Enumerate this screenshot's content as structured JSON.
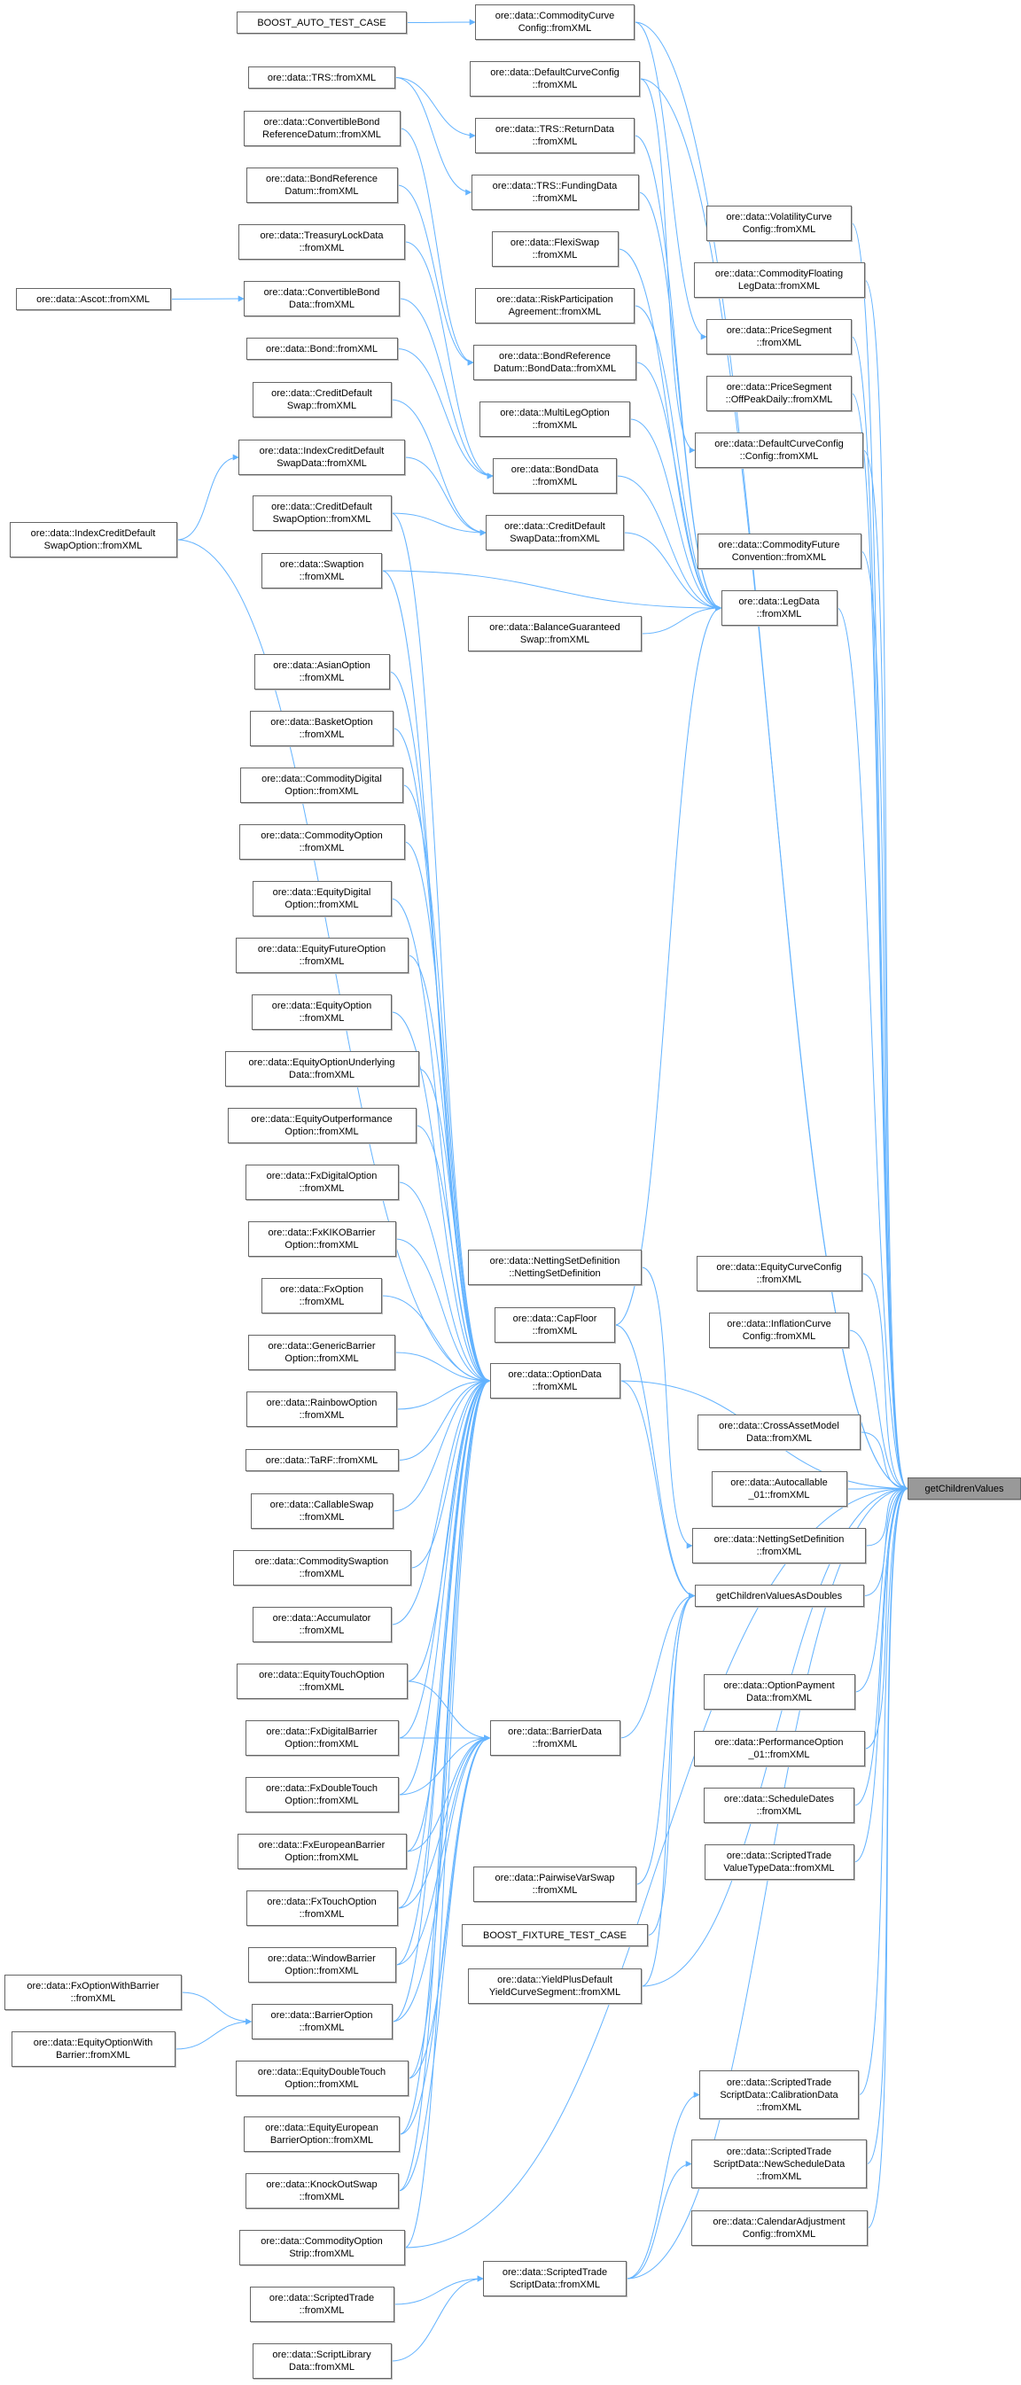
{
  "title": "getChildrenValues caller graph",
  "colors": {
    "edge": "#63b3ff",
    "node_border": "#666666",
    "root_fill": "#999999"
  },
  "nodes": [
    {
      "id": "boostAuto",
      "label": "BOOST_AUTO_TEST_CASE"
    },
    {
      "id": "trs",
      "label": "ore::data::TRS::fromXML"
    },
    {
      "id": "cbRefDatum",
      "label": "ore::data::ConvertibleBond\nReferenceDatum::fromXML"
    },
    {
      "id": "bondRefDatum",
      "label": "ore::data::BondReference\nDatum::fromXML"
    },
    {
      "id": "treasuryLock",
      "label": "ore::data::TreasuryLockData\n::fromXML"
    },
    {
      "id": "ascot",
      "label": "ore::data::Ascot::fromXML"
    },
    {
      "id": "cbData",
      "label": "ore::data::ConvertibleBond\nData::fromXML"
    },
    {
      "id": "bond",
      "label": "ore::data::Bond::fromXML"
    },
    {
      "id": "cds",
      "label": "ore::data::CreditDefault\nSwap::fromXML"
    },
    {
      "id": "indexCdsData",
      "label": "ore::data::IndexCreditDefault\nSwapData::fromXML"
    },
    {
      "id": "indexCdsOption",
      "label": "ore::data::IndexCreditDefault\nSwapOption::fromXML"
    },
    {
      "id": "cdsOption",
      "label": "ore::data::CreditDefault\nSwapOption::fromXML"
    },
    {
      "id": "swaption",
      "label": "ore::data::Swaption\n::fromXML"
    },
    {
      "id": "asian",
      "label": "ore::data::AsianOption\n::fromXML"
    },
    {
      "id": "basket",
      "label": "ore::data::BasketOption\n::fromXML"
    },
    {
      "id": "commDigital",
      "label": "ore::data::CommodityDigital\nOption::fromXML"
    },
    {
      "id": "commOption",
      "label": "ore::data::CommodityOption\n::fromXML"
    },
    {
      "id": "eqDigital",
      "label": "ore::data::EquityDigital\nOption::fromXML"
    },
    {
      "id": "eqFuture",
      "label": "ore::data::EquityFutureOption\n::fromXML"
    },
    {
      "id": "eqOption",
      "label": "ore::data::EquityOption\n::fromXML"
    },
    {
      "id": "eqUnderlying",
      "label": "ore::data::EquityOptionUnderlying\nData::fromXML"
    },
    {
      "id": "eqOutperf",
      "label": "ore::data::EquityOutperformance\nOption::fromXML"
    },
    {
      "id": "fxDigital",
      "label": "ore::data::FxDigitalOption\n::fromXML"
    },
    {
      "id": "fxKiko",
      "label": "ore::data::FxKIKOBarrier\nOption::fromXML"
    },
    {
      "id": "fxOption",
      "label": "ore::data::FxOption\n::fromXML"
    },
    {
      "id": "genericBarrier",
      "label": "ore::data::GenericBarrier\nOption::fromXML"
    },
    {
      "id": "rainbow",
      "label": "ore::data::RainbowOption\n::fromXML"
    },
    {
      "id": "tarf",
      "label": "ore::data::TaRF::fromXML"
    },
    {
      "id": "callableSwap",
      "label": "ore::data::CallableSwap\n::fromXML"
    },
    {
      "id": "commSwaption",
      "label": "ore::data::CommoditySwaption\n::fromXML"
    },
    {
      "id": "accumulator",
      "label": "ore::data::Accumulator\n::fromXML"
    },
    {
      "id": "eqTouch",
      "label": "ore::data::EquityTouchOption\n::fromXML"
    },
    {
      "id": "fxDigitalBarrier",
      "label": "ore::data::FxDigitalBarrier\nOption::fromXML"
    },
    {
      "id": "fxDoubleTouch",
      "label": "ore::data::FxDoubleTouch\nOption::fromXML"
    },
    {
      "id": "fxEuroBarrier",
      "label": "ore::data::FxEuropeanBarrier\nOption::fromXML"
    },
    {
      "id": "fxTouch",
      "label": "ore::data::FxTouchOption\n::fromXML"
    },
    {
      "id": "windowBarrier",
      "label": "ore::data::WindowBarrier\nOption::fromXML"
    },
    {
      "id": "fxOptWithBarrier",
      "label": "ore::data::FxOptionWithBarrier\n::fromXML"
    },
    {
      "id": "eqOptWithBarrier",
      "label": "ore::data::EquityOptionWith\nBarrier::fromXML"
    },
    {
      "id": "barrierOption",
      "label": "ore::data::BarrierOption\n::fromXML"
    },
    {
      "id": "eqDoubleTouch",
      "label": "ore::data::EquityDoubleTouch\nOption::fromXML"
    },
    {
      "id": "eqEuroBarrier",
      "label": "ore::data::EquityEuropean\nBarrierOption::fromXML"
    },
    {
      "id": "knockOut",
      "label": "ore::data::KnockOutSwap\n::fromXML"
    },
    {
      "id": "commOptStrip",
      "label": "ore::data::CommodityOption\nStrip::fromXML"
    },
    {
      "id": "scriptedTrade",
      "label": "ore::data::ScriptedTrade\n::fromXML"
    },
    {
      "id": "scriptLibrary",
      "label": "ore::data::ScriptLibrary\nData::fromXML"
    },
    {
      "id": "commCurve",
      "label": "ore::data::CommodityCurve\nConfig::fromXML"
    },
    {
      "id": "defaultCurve",
      "label": "ore::data::DefaultCurveConfig\n::fromXML"
    },
    {
      "id": "trsReturn",
      "label": "ore::data::TRS::ReturnData\n::fromXML"
    },
    {
      "id": "trsFunding",
      "label": "ore::data::TRS::FundingData\n::fromXML"
    },
    {
      "id": "flexiSwap",
      "label": "ore::data::FlexiSwap\n::fromXML"
    },
    {
      "id": "riskPart",
      "label": "ore::data::RiskParticipation\nAgreement::fromXML"
    },
    {
      "id": "bondRefBondData",
      "label": "ore::data::BondReference\nDatum::BondData::fromXML"
    },
    {
      "id": "multiLeg",
      "label": "ore::data::MultiLegOption\n::fromXML"
    },
    {
      "id": "bondData",
      "label": "ore::data::BondData\n::fromXML"
    },
    {
      "id": "cdsData",
      "label": "ore::data::CreditDefault\nSwapData::fromXML"
    },
    {
      "id": "balanceGuar",
      "label": "ore::data::BalanceGuaranteed\nSwap::fromXML"
    },
    {
      "id": "nettingCtor",
      "label": "ore::data::NettingSetDefinition\n::NettingSetDefinition"
    },
    {
      "id": "capFloor",
      "label": "ore::data::CapFloor\n::fromXML"
    },
    {
      "id": "optionData",
      "label": "ore::data::OptionData\n::fromXML"
    },
    {
      "id": "barrierData",
      "label": "ore::data::BarrierData\n::fromXML"
    },
    {
      "id": "pairwiseVar",
      "label": "ore::data::PairwiseVarSwap\n::fromXML"
    },
    {
      "id": "boostFixture",
      "label": "BOOST_FIXTURE_TEST_CASE"
    },
    {
      "id": "yieldPlus",
      "label": "ore::data::YieldPlusDefault\nYieldCurveSegment::fromXML"
    },
    {
      "id": "stScriptData",
      "label": "ore::data::ScriptedTrade\nScriptData::fromXML"
    },
    {
      "id": "legData",
      "label": "ore::data::LegData\n::fromXML"
    },
    {
      "id": "volCurve",
      "label": "ore::data::VolatilityCurve\nConfig::fromXML"
    },
    {
      "id": "commFloating",
      "label": "ore::data::CommodityFloating\nLegData::fromXML"
    },
    {
      "id": "priceSeg",
      "label": "ore::data::PriceSegment\n::fromXML"
    },
    {
      "id": "priceSegOffPeak",
      "label": "ore::data::PriceSegment\n::OffPeakDaily::fromXML"
    },
    {
      "id": "defaultCurveConfig",
      "label": "ore::data::DefaultCurveConfig\n::Config::fromXML"
    },
    {
      "id": "commFuture",
      "label": "ore::data::CommodityFuture\nConvention::fromXML"
    },
    {
      "id": "eqCurve",
      "label": "ore::data::EquityCurveConfig\n::fromXML"
    },
    {
      "id": "inflCurve",
      "label": "ore::data::InflationCurve\nConfig::fromXML"
    },
    {
      "id": "crossAsset",
      "label": "ore::data::CrossAssetModel\nData::fromXML"
    },
    {
      "id": "autocall",
      "label": "ore::data::Autocallable\n_01::fromXML"
    },
    {
      "id": "netting",
      "label": "ore::data::NettingSetDefinition\n::fromXML"
    },
    {
      "id": "gcvDoubles",
      "label": "getChildrenValuesAsDoubles"
    },
    {
      "id": "optPayment",
      "label": "ore::data::OptionPayment\nData::fromXML"
    },
    {
      "id": "perfOption",
      "label": "ore::data::PerformanceOption\n_01::fromXML"
    },
    {
      "id": "schedDates",
      "label": "ore::data::ScheduleDates\n::fromXML"
    },
    {
      "id": "stValueType",
      "label": "ore::data::ScriptedTrade\nValueTypeData::fromXML"
    },
    {
      "id": "stCalib",
      "label": "ore::data::ScriptedTrade\nScriptData::CalibrationData\n::fromXML"
    },
    {
      "id": "stNewSched",
      "label": "ore::data::ScriptedTrade\nScriptData::NewScheduleData\n::fromXML"
    },
    {
      "id": "calAdj",
      "label": "ore::data::CalendarAdjustment\nConfig::fromXML"
    },
    {
      "id": "gcv",
      "label": "getChildrenValues"
    }
  ],
  "edges": [
    [
      "boostAuto",
      "commCurve"
    ],
    [
      "trs",
      "trsReturn"
    ],
    [
      "trs",
      "trsFunding"
    ],
    [
      "cbRefDatum",
      "bondRefBondData"
    ],
    [
      "bondRefDatum",
      "bondRefBondData"
    ],
    [
      "treasuryLock",
      "bondData"
    ],
    [
      "ascot",
      "cbData"
    ],
    [
      "cbData",
      "bondData"
    ],
    [
      "bond",
      "bondData"
    ],
    [
      "cds",
      "cdsData"
    ],
    [
      "indexCdsData",
      "cdsData"
    ],
    [
      "indexCdsOption",
      "indexCdsData"
    ],
    [
      "indexCdsOption",
      "optionData"
    ],
    [
      "cdsOption",
      "cdsData"
    ],
    [
      "cdsOption",
      "optionData"
    ],
    [
      "swaption",
      "legData"
    ],
    [
      "swaption",
      "optionData"
    ],
    [
      "asian",
      "optionData"
    ],
    [
      "basket",
      "optionData"
    ],
    [
      "commDigital",
      "optionData"
    ],
    [
      "commOption",
      "optionData"
    ],
    [
      "eqDigital",
      "optionData"
    ],
    [
      "eqFuture",
      "optionData"
    ],
    [
      "eqOption",
      "optionData"
    ],
    [
      "eqUnderlying",
      "optionData"
    ],
    [
      "eqOutperf",
      "optionData"
    ],
    [
      "fxDigital",
      "optionData"
    ],
    [
      "fxKiko",
      "optionData"
    ],
    [
      "fxOption",
      "optionData"
    ],
    [
      "genericBarrier",
      "optionData"
    ],
    [
      "rainbow",
      "optionData"
    ],
    [
      "tarf",
      "optionData"
    ],
    [
      "callableSwap",
      "optionData"
    ],
    [
      "commSwaption",
      "optionData"
    ],
    [
      "accumulator",
      "optionData"
    ],
    [
      "eqTouch",
      "optionData"
    ],
    [
      "eqTouch",
      "barrierData"
    ],
    [
      "fxDigitalBarrier",
      "optionData"
    ],
    [
      "fxDigitalBarrier",
      "barrierData"
    ],
    [
      "fxDoubleTouch",
      "optionData"
    ],
    [
      "fxDoubleTouch",
      "barrierData"
    ],
    [
      "fxEuroBarrier",
      "optionData"
    ],
    [
      "fxEuroBarrier",
      "barrierData"
    ],
    [
      "fxTouch",
      "optionData"
    ],
    [
      "fxTouch",
      "barrierData"
    ],
    [
      "windowBarrier",
      "optionData"
    ],
    [
      "windowBarrier",
      "barrierData"
    ],
    [
      "fxOptWithBarrier",
      "barrierOption"
    ],
    [
      "eqOptWithBarrier",
      "barrierOption"
    ],
    [
      "barrierOption",
      "optionData"
    ],
    [
      "barrierOption",
      "barrierData"
    ],
    [
      "eqDoubleTouch",
      "optionData"
    ],
    [
      "eqDoubleTouch",
      "barrierData"
    ],
    [
      "eqEuroBarrier",
      "optionData"
    ],
    [
      "eqEuroBarrier",
      "barrierData"
    ],
    [
      "knockOut",
      "optionData"
    ],
    [
      "knockOut",
      "barrierData"
    ],
    [
      "commOptStrip",
      "optionData"
    ],
    [
      "commOptStrip",
      "gcv"
    ],
    [
      "scriptedTrade",
      "stScriptData"
    ],
    [
      "scriptLibrary",
      "stScriptData"
    ],
    [
      "stScriptData",
      "stCalib"
    ],
    [
      "stScriptData",
      "stNewSched"
    ],
    [
      "stScriptData",
      "gcv"
    ],
    [
      "commCurve",
      "priceSeg"
    ],
    [
      "commCurve",
      "gcv"
    ],
    [
      "defaultCurve",
      "defaultCurveConfig"
    ],
    [
      "defaultCurve",
      "gcv"
    ],
    [
      "trsReturn",
      "legData"
    ],
    [
      "trsFunding",
      "legData"
    ],
    [
      "flexiSwap",
      "legData"
    ],
    [
      "riskPart",
      "legData"
    ],
    [
      "bondRefBondData",
      "legData"
    ],
    [
      "multiLeg",
      "legData"
    ],
    [
      "bondData",
      "legData"
    ],
    [
      "cdsData",
      "legData"
    ],
    [
      "balanceGuar",
      "legData"
    ],
    [
      "nettingCtor",
      "netting"
    ],
    [
      "capFloor",
      "legData"
    ],
    [
      "capFloor",
      "gcvDoubles"
    ],
    [
      "optionData",
      "gcv"
    ],
    [
      "optionData",
      "gcvDoubles"
    ],
    [
      "barrierData",
      "gcvDoubles"
    ],
    [
      "pairwiseVar",
      "gcvDoubles"
    ],
    [
      "boostFixture",
      "gcvDoubles"
    ],
    [
      "yieldPlus",
      "gcvDoubles"
    ],
    [
      "yieldPlus",
      "gcv"
    ],
    [
      "legData",
      "gcv"
    ],
    [
      "volCurve",
      "gcv"
    ],
    [
      "commFloating",
      "gcv"
    ],
    [
      "priceSeg",
      "gcv"
    ],
    [
      "priceSegOffPeak",
      "gcv"
    ],
    [
      "defaultCurveConfig",
      "gcv"
    ],
    [
      "commFuture",
      "gcv"
    ],
    [
      "eqCurve",
      "gcv"
    ],
    [
      "inflCurve",
      "gcv"
    ],
    [
      "crossAsset",
      "gcv"
    ],
    [
      "autocall",
      "gcv"
    ],
    [
      "netting",
      "gcv"
    ],
    [
      "gcvDoubles",
      "gcv"
    ],
    [
      "optPayment",
      "gcv"
    ],
    [
      "perfOption",
      "gcv"
    ],
    [
      "schedDates",
      "gcv"
    ],
    [
      "stValueType",
      "gcv"
    ],
    [
      "stCalib",
      "gcv"
    ],
    [
      "stNewSched",
      "gcv"
    ],
    [
      "calAdj",
      "gcv"
    ]
  ]
}
